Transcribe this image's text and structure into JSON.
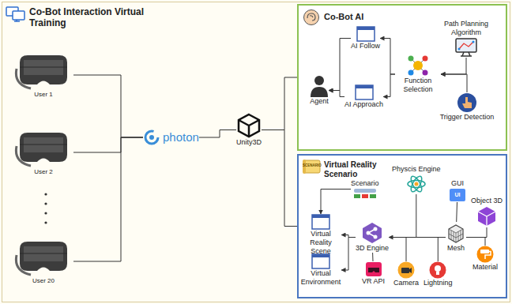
{
  "diagram": {
    "nodes": [
      {
        "text": [
          "Co-Bot Interaction Virtual Training"
        ]
      },
      {
        "text": [
          "User 1"
        ],
        "in": 0
      },
      {
        "text": [
          "User 2"
        ],
        "in": 0
      },
      {
        "text": [
          "User 20"
        ],
        "in": 0
      },
      {
        "text": [
          "photon"
        ],
        "in": 0
      },
      {
        "text": [
          "Unity3D"
        ],
        "in": 0
      },
      {
        "text": [
          "Co-Bot AI"
        ],
        "in": 0
      },
      {
        "text": [
          "Path Planning Algorithm"
        ],
        "in": 6
      },
      {
        "text": [
          "Agent"
        ],
        "in": 6
      },
      {
        "text": [
          "AI Follow"
        ],
        "in": 6
      },
      {
        "text": [
          "Function Selection"
        ],
        "in": 6
      },
      {
        "text": [
          "AI Approach"
        ],
        "in": 6
      },
      {
        "text": [
          "Trigger Detection"
        ],
        "in": 6
      },
      {
        "text": [
          "Virtual Reality Scenario"
        ],
        "in": 0
      },
      {
        "text": [
          "Scenario"
        ],
        "in": 13
      },
      {
        "text": [
          "Physcis Engine"
        ],
        "in": 13
      },
      {
        "text": [
          "GUI"
        ],
        "in": 13
      },
      {
        "text": [
          "Object 3D"
        ],
        "in": 13
      },
      {
        "text": [
          "Virtual Reality Scene"
        ],
        "in": 13
      },
      {
        "text": [
          "3D Engine"
        ],
        "in": 13
      },
      {
        "text": [
          "Mesh"
        ],
        "in": 13
      },
      {
        "text": [
          "Virtual Environment"
        ],
        "in": 13
      },
      {
        "text": [
          "VR API"
        ],
        "in": 13
      },
      {
        "text": [
          "Camera"
        ],
        "in": 13
      },
      {
        "text": [
          "Lightning"
        ],
        "in": 13
      },
      {
        "text": [
          "Material"
        ],
        "in": 13
      }
    ],
    "edges": [
      {
        "from": 1,
        "to": 4,
        "arrow": "none"
      },
      {
        "from": 2,
        "to": 4,
        "arrow": "none"
      },
      {
        "from": 3,
        "to": 4,
        "arrow": "none"
      },
      {
        "from": 4,
        "to": 5,
        "arrow": "none"
      },
      {
        "from": 5,
        "to": 6,
        "arrow": "none"
      },
      {
        "from": 5,
        "to": 13,
        "arrow": "none"
      },
      {
        "from": 7,
        "to": 10,
        "arrow": "to"
      },
      {
        "from": 12,
        "to": 10,
        "arrow": "to"
      },
      {
        "from": 10,
        "to": 9,
        "arrow": "to"
      },
      {
        "from": 10,
        "to": 11,
        "arrow": "to"
      },
      {
        "from": 9,
        "to": 8,
        "arrow": "to"
      },
      {
        "from": 11,
        "to": 8,
        "arrow": "to"
      },
      {
        "from": 14,
        "to": 18,
        "arrow": "to"
      },
      {
        "from": 15,
        "to": 19,
        "arrow": "none"
      },
      {
        "from": 16,
        "to": 20,
        "arrow": "none"
      },
      {
        "from": 17,
        "to": 20,
        "arrow": "none"
      },
      {
        "from": 19,
        "to": 18,
        "arrow": "to"
      },
      {
        "from": 19,
        "to": 21,
        "arrow": "to"
      },
      {
        "from": 20,
        "to": 19,
        "arrow": "to"
      },
      {
        "from": 22,
        "to": 19,
        "arrow": "none"
      },
      {
        "from": 23,
        "to": 19,
        "arrow": "none"
      },
      {
        "from": 24,
        "to": 19,
        "arrow": "none"
      },
      {
        "from": 25,
        "to": 20,
        "arrow": "none"
      }
    ],
    "labels": [
      "SCENARIO",
      "UI"
    ]
  }
}
